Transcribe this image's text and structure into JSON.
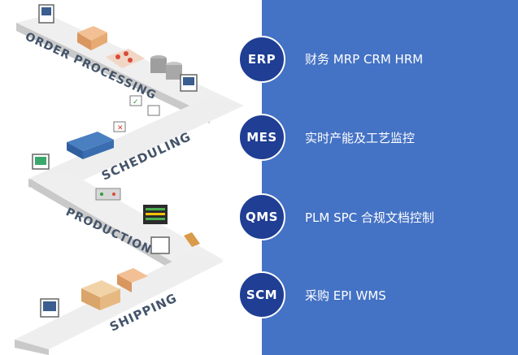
{
  "colors": {
    "panel": "#4472c4",
    "badge": "#1f3e94",
    "belt_top": "#efefef",
    "belt_side": "#c9c9c9",
    "label": "#44546a"
  },
  "stages": [
    {
      "label": "ORDER PROCESSING"
    },
    {
      "label": "SCHEDULING"
    },
    {
      "label": "PRODUCTION"
    },
    {
      "label": "SHIPPING"
    }
  ],
  "systems": [
    {
      "code": "ERP",
      "description": "财务 MRP CRM HRM"
    },
    {
      "code": "MES",
      "description": "实时产能及工艺监控"
    },
    {
      "code": "QMS",
      "description": "PLM SPC 合规文档控制"
    },
    {
      "code": "SCM",
      "description": "采购 EPI WMS"
    }
  ]
}
